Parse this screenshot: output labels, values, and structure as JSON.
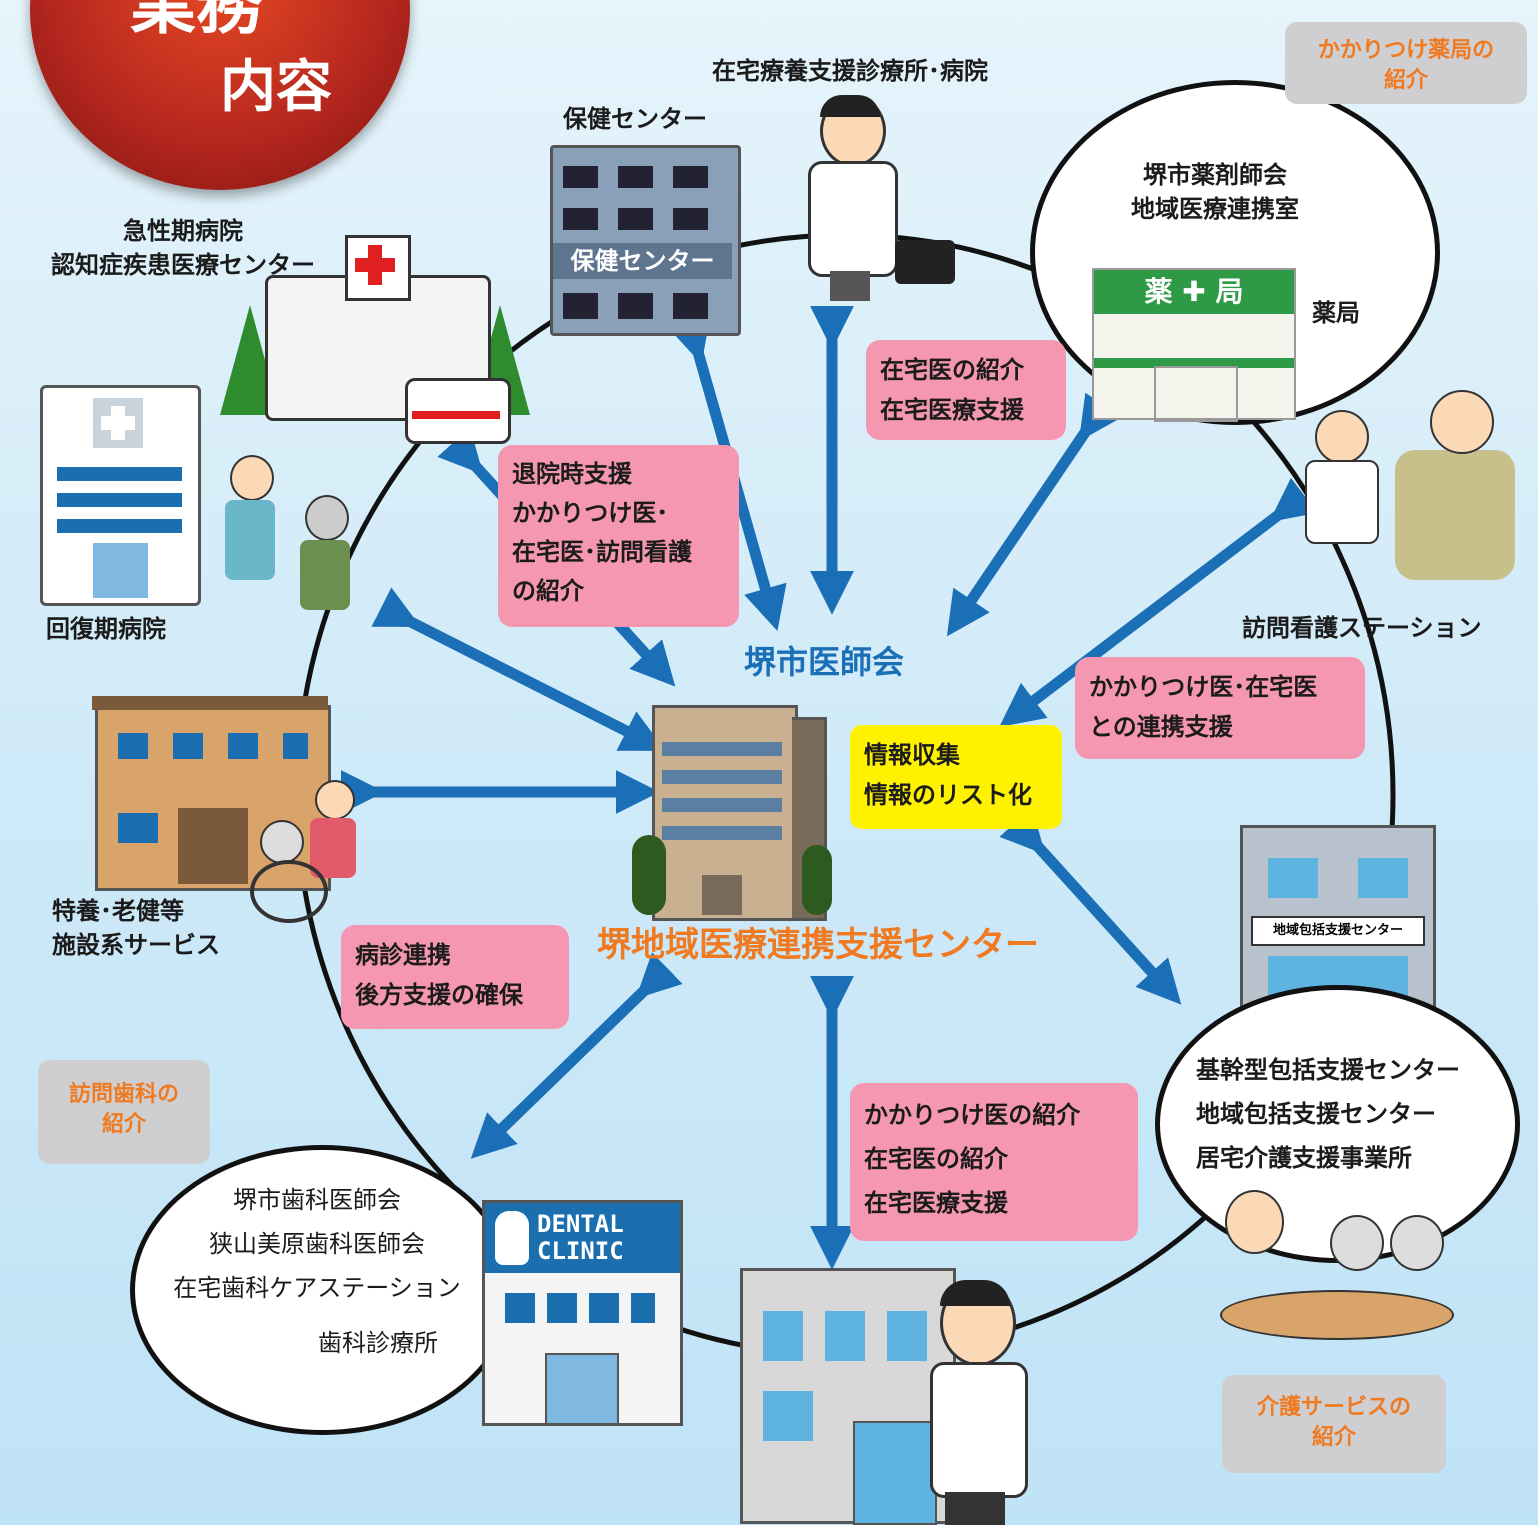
{
  "badge": {
    "line1": "業務",
    "line2": "内容"
  },
  "center": {
    "association": "堺市医師会",
    "main": "堺地域医療連携支援センター",
    "info": [
      "情報収集",
      "情報のリスト化"
    ]
  },
  "nodes": {
    "zaitaku_clinic": "在宅療養支援診療所･病院",
    "hoken_center": "保健センター",
    "hoken_sign": "保健センター",
    "acute_hospital": [
      "急性期病院",
      "認知症疾患医療センター"
    ],
    "recovery_hospital": "回復期病院",
    "facilities": [
      "特養･老健等",
      "施設系サービス"
    ],
    "pharmacist_assoc": [
      "堺市薬剤師会",
      "地域医療連携室"
    ],
    "pharmacy": "薬局",
    "pharmacy_sign": "薬 ✚ 局",
    "nursing_station": "訪問看護ステーション",
    "care_centers": [
      "基幹型包括支援センター",
      "地域包括支援センター",
      "居宅介護支援事業所"
    ],
    "care_sign": "地域包括支援センター",
    "dental_assoc": [
      "堺市歯科医師会",
      "狭山美原歯科医師会",
      "在宅歯科ケアステーション"
    ],
    "dental_clinic": "歯科診療所",
    "dental_sign": [
      "DENTAL",
      "CLINIC"
    ]
  },
  "pink_boxes": {
    "discharge": [
      "退院時支援",
      "かかりつけ医･",
      "在宅医･訪問看護",
      "の紹介"
    ],
    "pharmacy_link": [
      "在宅医の紹介",
      "在宅医療支援"
    ],
    "nursing_link": [
      "かかりつけ医･在宅医",
      "との連携支援"
    ],
    "hospital_link": [
      "病診連携",
      "後方支援の確保"
    ],
    "bottom_link": [
      "かかりつけ医の紹介",
      "在宅医の紹介",
      "在宅医療支援"
    ]
  },
  "gray_boxes": {
    "pharmacy_intro": [
      "かかりつけ薬局の",
      "紹介"
    ],
    "dental_intro": [
      "訪問歯科の",
      "紹介"
    ],
    "care_intro": [
      "介護サービスの",
      "紹介"
    ]
  },
  "colors": {
    "arrow": "#1a6fb6",
    "pink": "#f597b0",
    "orange_text": "#f07a21",
    "blue_text": "#1a6fb6",
    "yellow": "#fff200",
    "badge": "#b3261e"
  }
}
